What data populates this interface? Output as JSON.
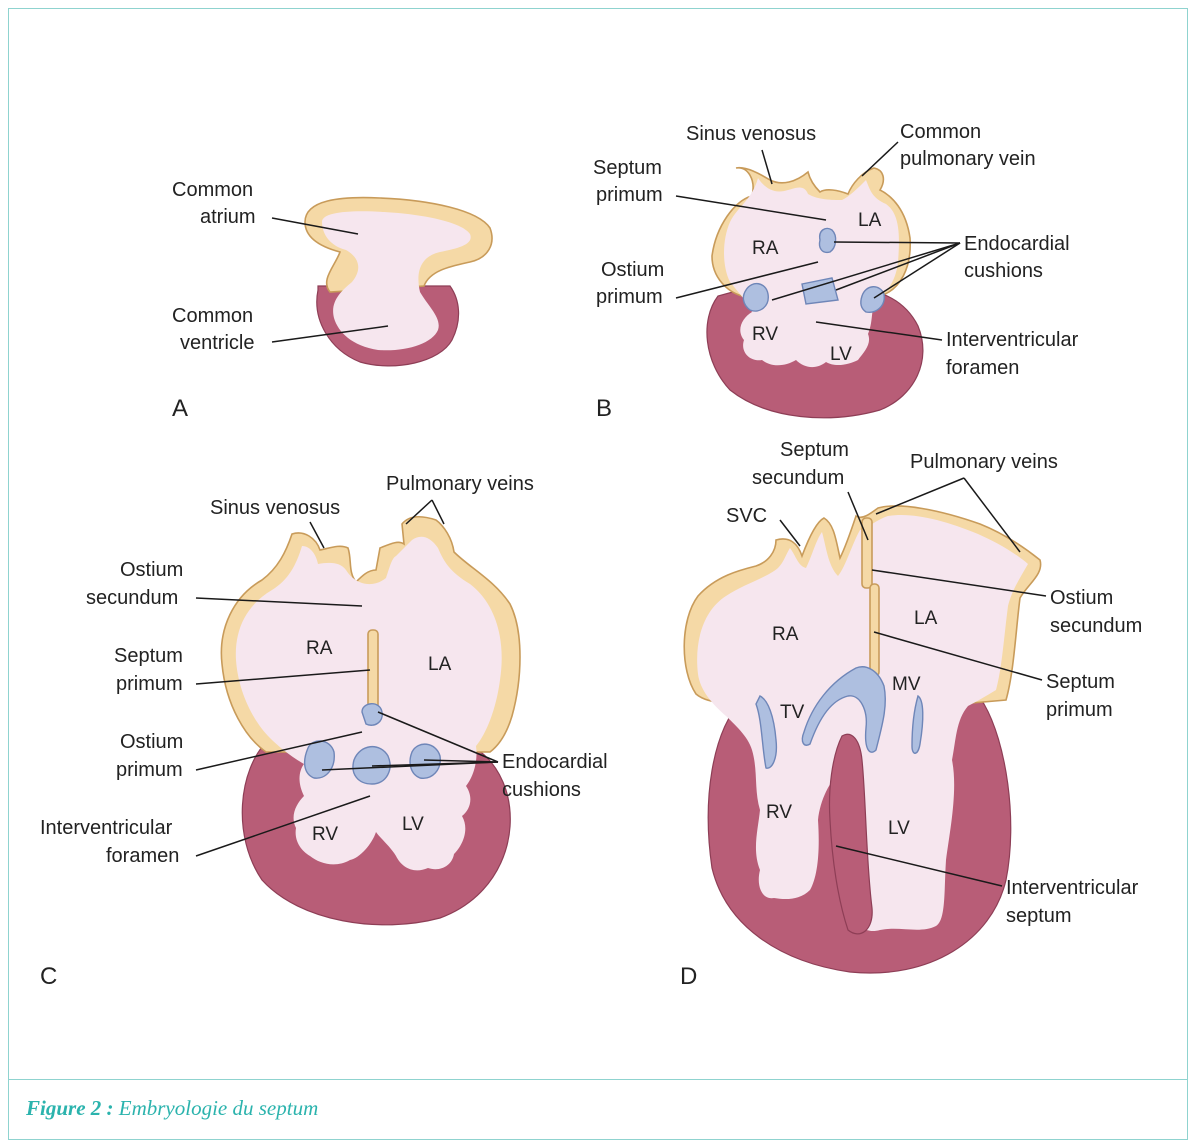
{
  "caption": {
    "prefix": "Figure 2 :",
    "text": "Embryologie du septum"
  },
  "colors": {
    "cavity": "#f6e6ee",
    "atrial_wall": "#f5d9a6",
    "atrial_stroke": "#c89b5a",
    "myocardium": "#b85d77",
    "cushion": "#aebfe0",
    "cushion_stroke": "#6f86b8",
    "frame": "#8fd3cf",
    "caption": "#2bb3ad"
  },
  "panels": {
    "A": {
      "letter": "A",
      "labels": {
        "common_atrium_1": "Common",
        "common_atrium_2": "atrium",
        "common_ventricle_1": "Common",
        "common_ventricle_2": "ventricle"
      }
    },
    "B": {
      "letter": "B",
      "labels": {
        "sinus_venosus": "Sinus venosus",
        "common_pulmonary_vein_1": "Common",
        "common_pulmonary_vein_2": "pulmonary vein",
        "septum_primum_1": "Septum",
        "septum_primum_2": "primum",
        "ostium_primum_1": "Ostium",
        "ostium_primum_2": "primum",
        "endocardial_cushions_1": "Endocardial",
        "endocardial_cushions_2": "cushions",
        "interventricular_foramen_1": "Interventricular",
        "interventricular_foramen_2": "foramen",
        "ra": "RA",
        "la": "LA",
        "rv": "RV",
        "lv": "LV"
      }
    },
    "C": {
      "letter": "C",
      "labels": {
        "sinus_venosus": "Sinus venosus",
        "pulmonary_veins": "Pulmonary veins",
        "ostium_secundum_1": "Ostium",
        "ostium_secundum_2": "secundum",
        "septum_primum_1": "Septum",
        "septum_primum_2": "primum",
        "ostium_primum_1": "Ostium",
        "ostium_primum_2": "primum",
        "interventricular_foramen_1": "Interventricular",
        "interventricular_foramen_2": "foramen",
        "endocardial_cushions_1": "Endocardial",
        "endocardial_cushions_2": "cushions",
        "ra": "RA",
        "la": "LA",
        "rv": "RV",
        "lv": "LV"
      }
    },
    "D": {
      "letter": "D",
      "labels": {
        "septum_secundum_1": "Septum",
        "septum_secundum_2": "secundum",
        "pulmonary_veins": "Pulmonary veins",
        "svc": "SVC",
        "ostium_secundum_1": "Ostium",
        "ostium_secundum_2": "secundum",
        "septum_primum_1": "Septum",
        "septum_primum_2": "primum",
        "interventricular_septum_1": "Interventricular",
        "interventricular_septum_2": "septum",
        "ra": "RA",
        "la": "LA",
        "tv": "TV",
        "mv": "MV",
        "rv": "RV",
        "lv": "LV"
      }
    }
  }
}
